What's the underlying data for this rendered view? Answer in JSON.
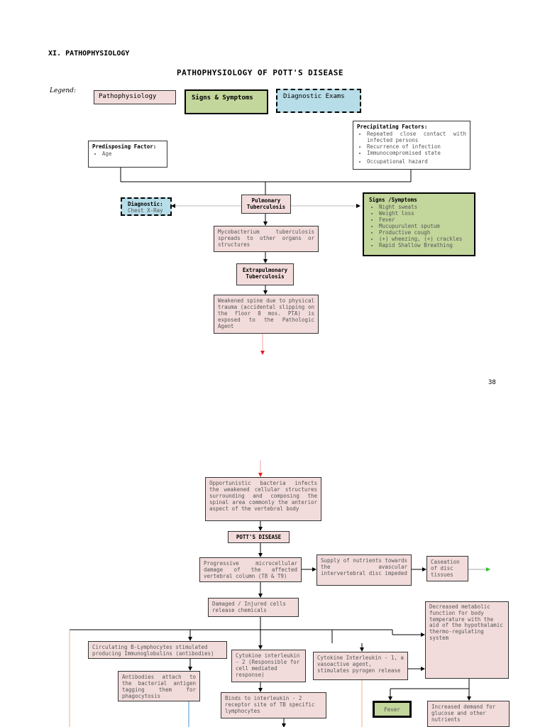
{
  "page": {
    "section_heading": "XI. PATHOPHYSIOLOGY",
    "title": "PATHOPHYSIOLOGY OF POTT'S DISEASE",
    "legend_label": "Legend:",
    "page_number": "38"
  },
  "legend": {
    "pathophysiology": "Pathophysiology",
    "signs_symptoms": "Signs & Symptoms",
    "diagnostic_exams": "Diagnostic Exams"
  },
  "predisposing": {
    "title": "Predisposing Factor:",
    "items": [
      "Age"
    ]
  },
  "precipitating": {
    "title": "Precipitating Factors:",
    "items": [
      "Repeated close contact with infected persons",
      "Recurrence of infection",
      "Immunocompromised state",
      "Occupational hazard"
    ]
  },
  "diagnostic": {
    "title": "Diagnostic:",
    "text": "Chest X-Ray"
  },
  "pulmonary_tb": "Pulmonary Tuberculosis",
  "signs1": {
    "title": "Signs /Symptoms",
    "items": [
      "Night sweats",
      "Weight loss",
      "Fever",
      "Mucupurulent sputum",
      "Productive cough",
      "(+) wheezing, (+) crackles",
      "Rapid Shallow Breathing"
    ]
  },
  "mycobacterium": "Mycobacterium tuberculosis spreads to other organs or structures",
  "extrapulmonary_tb": "Extrapulmonary Tuberculosis",
  "weakened_spine": "Weakened spine due to physical trauma (accidental slipping on the floor 8 mos. PTA) is exposed to the Pathologic Agent",
  "opportunistic": "Opportunistic bacteria infects the weakened cellular structures surrounding and composing the spinal area commonly the anterior aspect of the vertebral body",
  "potts_disease": "POTT'S DISEASE",
  "progressive": "Progressive microcellular damage of the affected vertebral column (T8 & T9)",
  "supply": "Supply of nutrients towards the avascular intervertebral disc impeded",
  "caseation": "Caseation of disc tissues",
  "damaged_cells": "Damaged / Injured cells release chemicals",
  "circulating": "Circulating B-Lymphocytes stimulated producing Immunoglobulins (antibodies)",
  "antibodies": "Antibodies attach to the bacterial antigen tagging them for phagocytosis",
  "cytokine2": "Cytokine interleukin - 2 (Responsible for cell mediated response)",
  "cytokine1": "Cytokine Interleukin - 1, a vasoactive agent, stimulates pyrogen release",
  "binds": "Binds to interleukin - 2 receptor site of TB specific lymphocytes",
  "decreased_metabolic": "Decreased metabolic function for body temperature with the aid of the hypothalamic thermo-regulating system",
  "fever": "Fever",
  "increased_demand": "Increased demand for glucose and other nutrients"
}
